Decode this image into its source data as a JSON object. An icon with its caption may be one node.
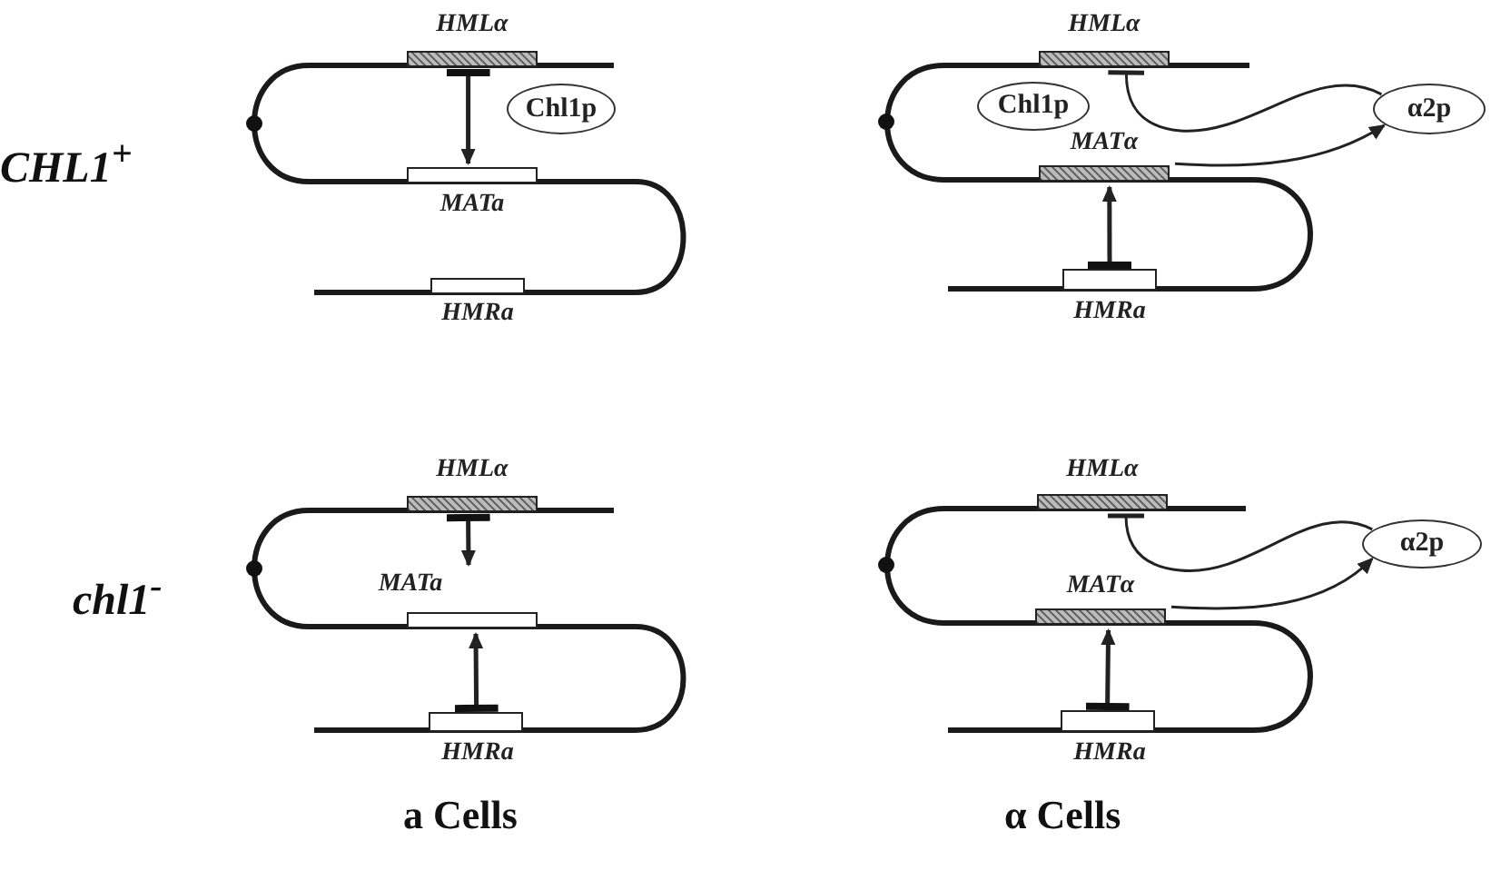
{
  "diagram": {
    "nodes": [
      {
        "text": [
          "HMLα"
        ]
      },
      {
        "text": [
          "MATa"
        ]
      },
      {
        "text": [
          "HMRa"
        ]
      },
      {
        "text": [
          "Chl1p"
        ]
      },
      {
        "text": [
          "HMLα"
        ]
      },
      {
        "text": [
          "Chl1p"
        ]
      },
      {
        "text": [
          "MATα"
        ]
      },
      {
        "text": [
          "α2p"
        ]
      },
      {
        "text": [
          "HMRa"
        ]
      },
      {
        "text": [
          "HMLα"
        ]
      },
      {
        "text": [
          "MATa"
        ]
      },
      {
        "text": [
          "HMRa"
        ]
      },
      {
        "text": [
          "HMLα"
        ]
      },
      {
        "text": [
          "MATα"
        ]
      },
      {
        "text": [
          "α2p"
        ]
      },
      {
        "text": [
          "HMRa"
        ]
      }
    ],
    "edges": [
      {
        "from": 0,
        "to": 1,
        "arrow": "to"
      },
      {
        "from": 8,
        "to": 6,
        "arrow": "to"
      },
      {
        "from": 6,
        "to": 7,
        "arrow": "to"
      },
      {
        "from": 7,
        "to": 4,
        "arrow": "other"
      },
      {
        "from": 9,
        "to": 10,
        "arrow": "to"
      },
      {
        "from": 11,
        "to": 10,
        "arrow": "to"
      },
      {
        "from": 15,
        "to": 13,
        "arrow": "to"
      },
      {
        "from": 13,
        "to": 14,
        "arrow": "to"
      },
      {
        "from": 14,
        "to": 12,
        "arrow": "other"
      }
    ],
    "labels": [
      "CHL1$^{+}$",
      "chl1$^{-}$",
      "a Cells",
      "α Cells"
    ]
  }
}
